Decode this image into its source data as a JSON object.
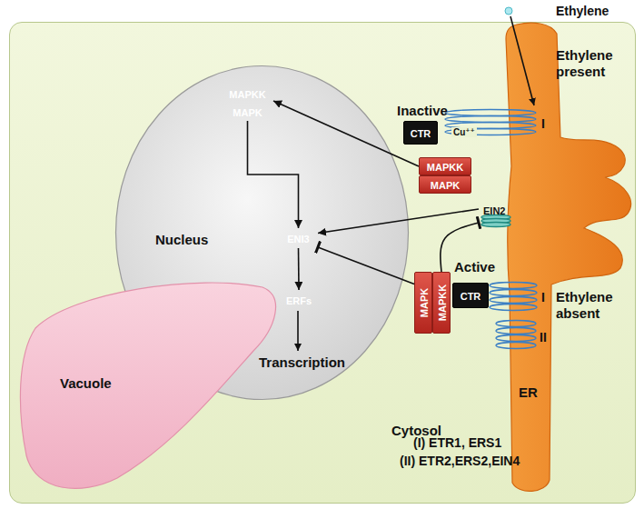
{
  "diagram": {
    "nodes": [
      {
        "text": [
          "Cytosol"
        ]
      },
      {
        "text": [
          "ER"
        ],
        "in": 0
      },
      {
        "text": [
          "Inactive",
          "CTR"
        ],
        "in": 0
      },
      {
        "text": [
          "MAPKK"
        ],
        "in": 0
      },
      {
        "text": [
          "MAPK"
        ],
        "in": 0
      },
      {
        "text": [
          "Nucleus"
        ],
        "in": 0
      },
      {
        "text": [
          "MAPKK"
        ],
        "in": 5
      },
      {
        "text": [
          "MAPK"
        ],
        "in": 5
      },
      {
        "text": [
          "ENI3"
        ],
        "in": 5
      },
      {
        "text": [
          "ERFs"
        ],
        "in": 5
      },
      {
        "text": [
          "EIN2"
        ],
        "in": 0
      },
      {
        "text": [
          "MAPK"
        ],
        "in": 0
      },
      {
        "text": [
          "MAPKK"
        ],
        "in": 0
      },
      {
        "text": [
          "CTR"
        ],
        "in": 0
      },
      {
        "text": [
          "Vacuole"
        ],
        "in": 0
      }
    ],
    "edges": [
      {
        "from": 3,
        "to": 6,
        "arrow": "to"
      },
      {
        "from": 7,
        "to": 8,
        "arrow": "to"
      },
      {
        "from": 8,
        "to": 9,
        "arrow": "to"
      },
      {
        "from": 10,
        "to": 8,
        "arrow": "to"
      },
      {
        "from": 11,
        "to": 8,
        "arrow": "to"
      },
      {
        "from": 12,
        "to": 10,
        "arrow": "to"
      }
    ],
    "labels": [
      "Ethylene",
      "Ethylene present",
      "Cu⁺⁺",
      "I",
      "Active",
      "I",
      "Ethylene absent",
      "II",
      "Transcription",
      "(I) ETR1, ERS1",
      "(II) ETR2,ERS2,EIN4"
    ]
  }
}
